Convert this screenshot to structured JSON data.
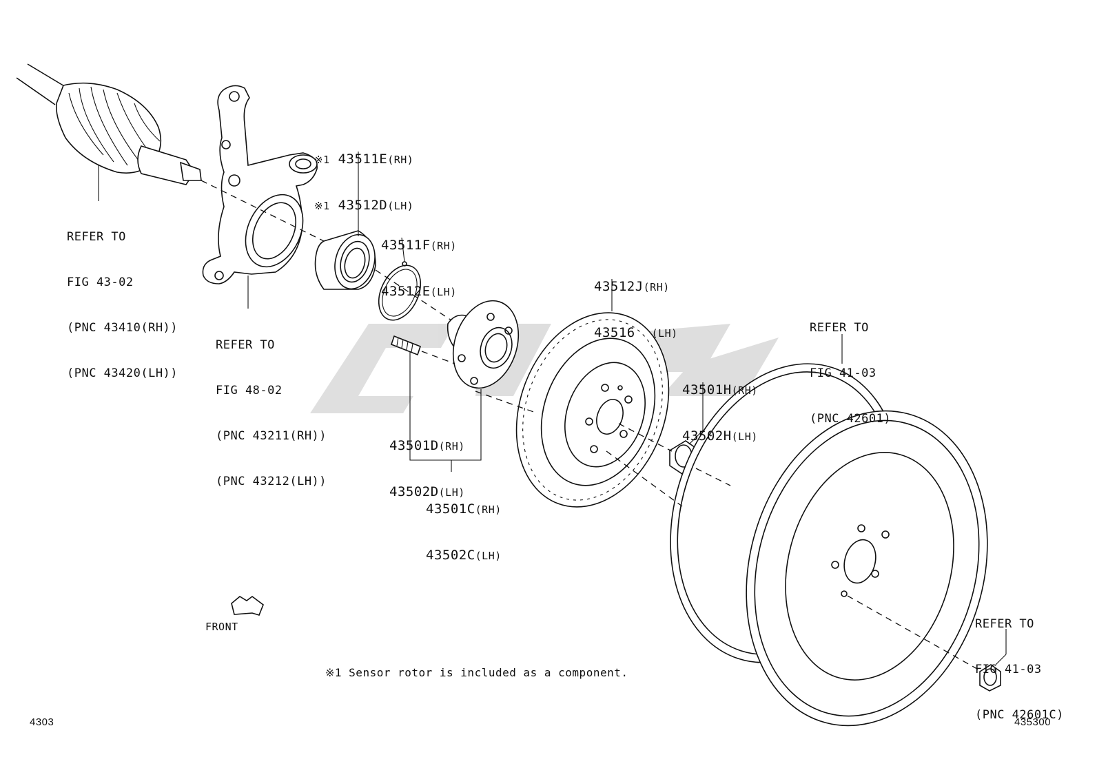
{
  "refs": {
    "driveshaft": {
      "line1": "REFER TO",
      "line2": "FIG 43-02",
      "line3": "(PNC 43410(RH))",
      "line4": "(PNC 43420(LH))"
    },
    "knuckle": {
      "line1": "REFER TO",
      "line2": "FIG 48-02",
      "line3": "(PNC 43211(RH))",
      "line4": "(PNC 43212(LH))"
    },
    "wheel": {
      "line1": "REFER TO",
      "line2": "FIG 41-03",
      "line3": "(PNC 42601)"
    },
    "wheel_nut": {
      "line1": "REFER TO",
      "line2": "FIG 41-03",
      "line3": "(PNC 42601C)"
    }
  },
  "parts": {
    "bearing": {
      "mark": "※1",
      "rh": "43511E",
      "rh_tag": "(RH)",
      "lh": "43512D",
      "lh_tag": "(LH)"
    },
    "snap_ring": {
      "rh": "43511F",
      "rh_tag": "(RH)",
      "lh": "43512E",
      "lh_tag": "(LH)"
    },
    "disc": {
      "rh": "43512J",
      "rh_tag": "(RH)",
      "lh": "43516",
      "lh_tag": "(LH)"
    },
    "hub_nut": {
      "rh": "43501H",
      "rh_tag": "(RH)",
      "lh": "43502H",
      "lh_tag": "(LH)"
    },
    "hub_bolt": {
      "rh": "43501D",
      "rh_tag": "(RH)",
      "lh": "43502D",
      "lh_tag": "(LH)"
    },
    "hub": {
      "rh": "43501C",
      "rh_tag": "(RH)",
      "lh": "43502C",
      "lh_tag": "(LH)"
    }
  },
  "front_label": "FRONT",
  "footnote": "※1 Sensor rotor is included as a component.",
  "page_left": "4303",
  "page_right": "435300"
}
